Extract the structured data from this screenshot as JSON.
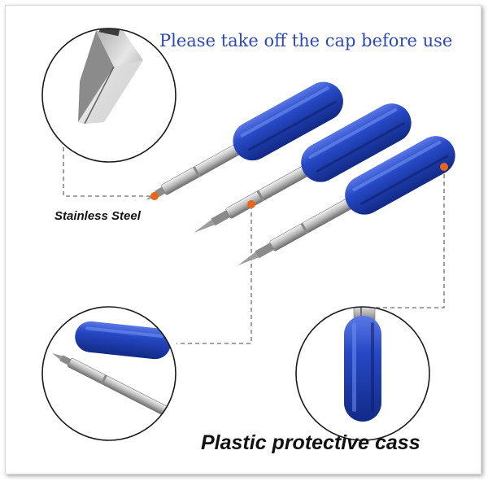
{
  "headline": "Please take off the cap before use",
  "labels": {
    "steel": "Stainless Steel",
    "case": "Plastic protective cass"
  },
  "colors": {
    "handle_blue": "#1f3fb6",
    "handle_dark": "#142a86",
    "callout_dot": "#e8661c",
    "headline": "#2d48b8"
  },
  "icons": {
    "blade_closeup": "blade-closeup-icon",
    "cap_removed": "cap-removed-icon",
    "cap_closeup": "cap-closeup-icon"
  }
}
